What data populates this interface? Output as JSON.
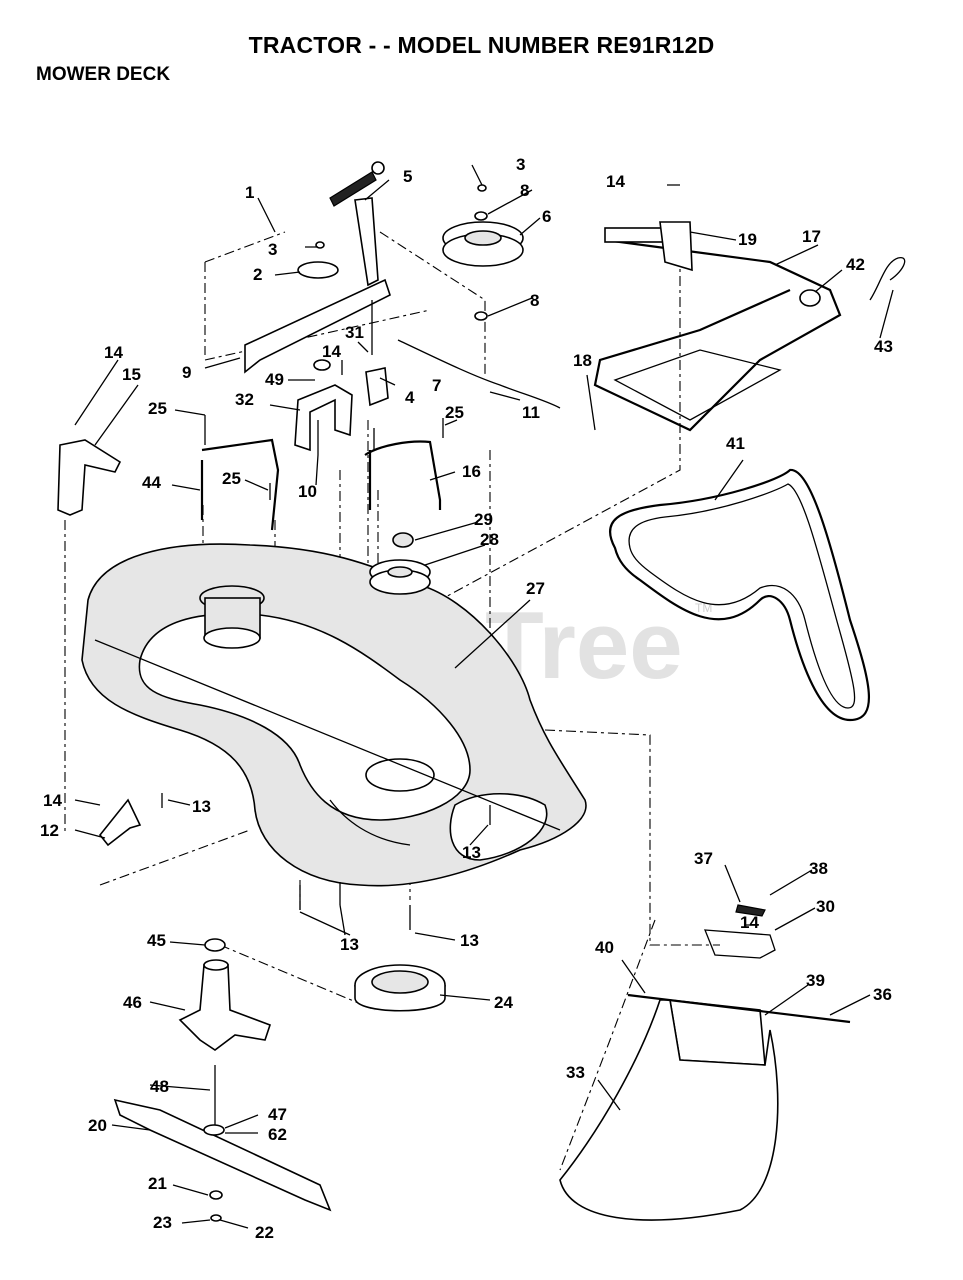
{
  "header": {
    "title": "TRACTOR - - MODEL NUMBER RE91R12D",
    "subtitle": "MOWER DECK"
  },
  "watermark": {
    "text": "PartsTree",
    "mark": "TM"
  },
  "callouts": [
    {
      "id": "c1",
      "text": "1"
    },
    {
      "id": "c2",
      "text": "2"
    },
    {
      "id": "c3a",
      "text": "3"
    },
    {
      "id": "c3b",
      "text": "3"
    },
    {
      "id": "c4",
      "text": "4"
    },
    {
      "id": "c5",
      "text": "5"
    },
    {
      "id": "c6",
      "text": "6"
    },
    {
      "id": "c7",
      "text": "7"
    },
    {
      "id": "c8a",
      "text": "8"
    },
    {
      "id": "c8b",
      "text": "8"
    },
    {
      "id": "c9",
      "text": "9"
    },
    {
      "id": "c10",
      "text": "10"
    },
    {
      "id": "c11",
      "text": "11"
    },
    {
      "id": "c12",
      "text": "12"
    },
    {
      "id": "c13a",
      "text": "13"
    },
    {
      "id": "c13b",
      "text": "13"
    },
    {
      "id": "c13c",
      "text": "13"
    },
    {
      "id": "c13d",
      "text": "13"
    },
    {
      "id": "c14a",
      "text": "14"
    },
    {
      "id": "c14b",
      "text": "14"
    },
    {
      "id": "c14c",
      "text": "14"
    },
    {
      "id": "c14d",
      "text": "14"
    },
    {
      "id": "c14e",
      "text": "14"
    },
    {
      "id": "c15",
      "text": "15"
    },
    {
      "id": "c16",
      "text": "16"
    },
    {
      "id": "c17",
      "text": "17"
    },
    {
      "id": "c18",
      "text": "18"
    },
    {
      "id": "c19",
      "text": "19"
    },
    {
      "id": "c20",
      "text": "20"
    },
    {
      "id": "c21",
      "text": "21"
    },
    {
      "id": "c22",
      "text": "22"
    },
    {
      "id": "c23",
      "text": "23"
    },
    {
      "id": "c24",
      "text": "24"
    },
    {
      "id": "c25a",
      "text": "25"
    },
    {
      "id": "c25b",
      "text": "25"
    },
    {
      "id": "c25c",
      "text": "25"
    },
    {
      "id": "c27",
      "text": "27"
    },
    {
      "id": "c28",
      "text": "28"
    },
    {
      "id": "c29",
      "text": "29"
    },
    {
      "id": "c30",
      "text": "30"
    },
    {
      "id": "c31",
      "text": "31"
    },
    {
      "id": "c32",
      "text": "32"
    },
    {
      "id": "c33",
      "text": "33"
    },
    {
      "id": "c36",
      "text": "36"
    },
    {
      "id": "c37",
      "text": "37"
    },
    {
      "id": "c38",
      "text": "38"
    },
    {
      "id": "c39",
      "text": "39"
    },
    {
      "id": "c40",
      "text": "40"
    },
    {
      "id": "c41",
      "text": "41"
    },
    {
      "id": "c42",
      "text": "42"
    },
    {
      "id": "c43",
      "text": "43"
    },
    {
      "id": "c44",
      "text": "44"
    },
    {
      "id": "c45",
      "text": "45"
    },
    {
      "id": "c46",
      "text": "46"
    },
    {
      "id": "c47",
      "text": "47"
    },
    {
      "id": "c48",
      "text": "48"
    },
    {
      "id": "c49",
      "text": "49"
    },
    {
      "id": "c62",
      "text": "62"
    }
  ]
}
